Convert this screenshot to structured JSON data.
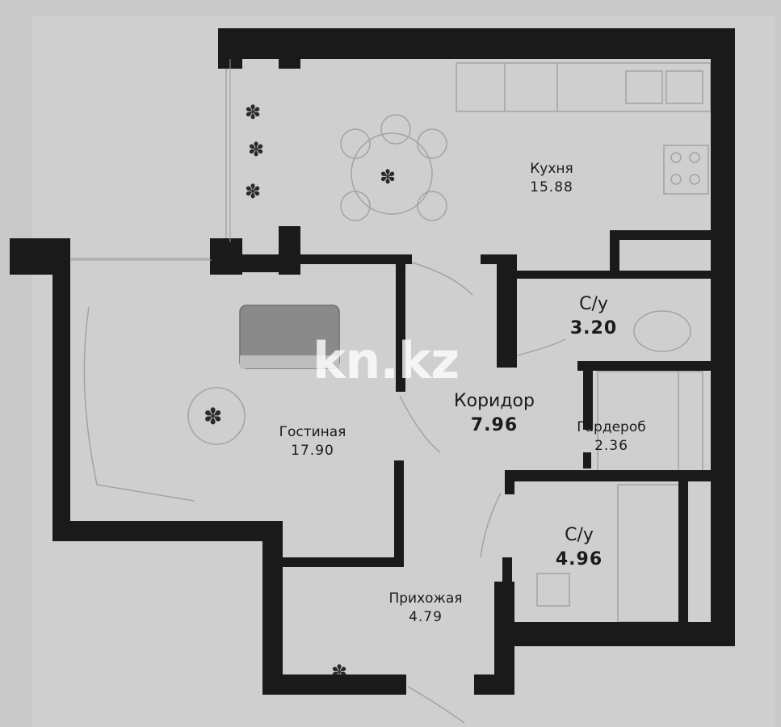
{
  "rooms": [
    {
      "name": "Кухня",
      "area": "15.88"
    },
    {
      "name": "С/у",
      "area": "3.20"
    },
    {
      "name": "Коридор",
      "area": "7.96"
    },
    {
      "name": "Гардероб",
      "area": "2.36"
    },
    {
      "name": "Гостиная",
      "area": "17.90"
    },
    {
      "name": "С/у",
      "area": "4.96"
    },
    {
      "name": "Прихожая",
      "area": "4.79"
    }
  ],
  "watermark": "kn.kz",
  "colors": {
    "background": "#c9c9c9",
    "wall": "#1a1a1a",
    "furniture": "#9a9a9a",
    "bed": "#7a7a7a"
  }
}
